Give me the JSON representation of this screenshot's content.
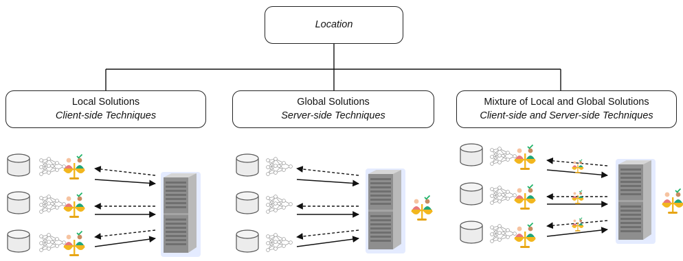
{
  "root": {
    "label": "Location"
  },
  "columns": [
    {
      "title": "Local Solutions",
      "subtitle": "Client-side Techniques"
    },
    {
      "title": "Global Solutions",
      "subtitle": "Server-side Techniques"
    },
    {
      "title": "Mixture of Local and Global Solutions",
      "subtitle": "Client-side and Server-side Techniques"
    }
  ],
  "colors": {
    "line": "#111111",
    "db_fill": "#ececec",
    "server_front": "#8e8e8e",
    "server_side": "#b9b9b9",
    "server_glow": "#dbe4ff",
    "person_green": "#21a67a",
    "person_red": "#e8787a",
    "scale_gold": "#f2b61e",
    "check": "#1fb36a"
  },
  "icons": [
    "database-icon",
    "neural-network-icon",
    "fairness-scale-icon",
    "server-icon"
  ]
}
